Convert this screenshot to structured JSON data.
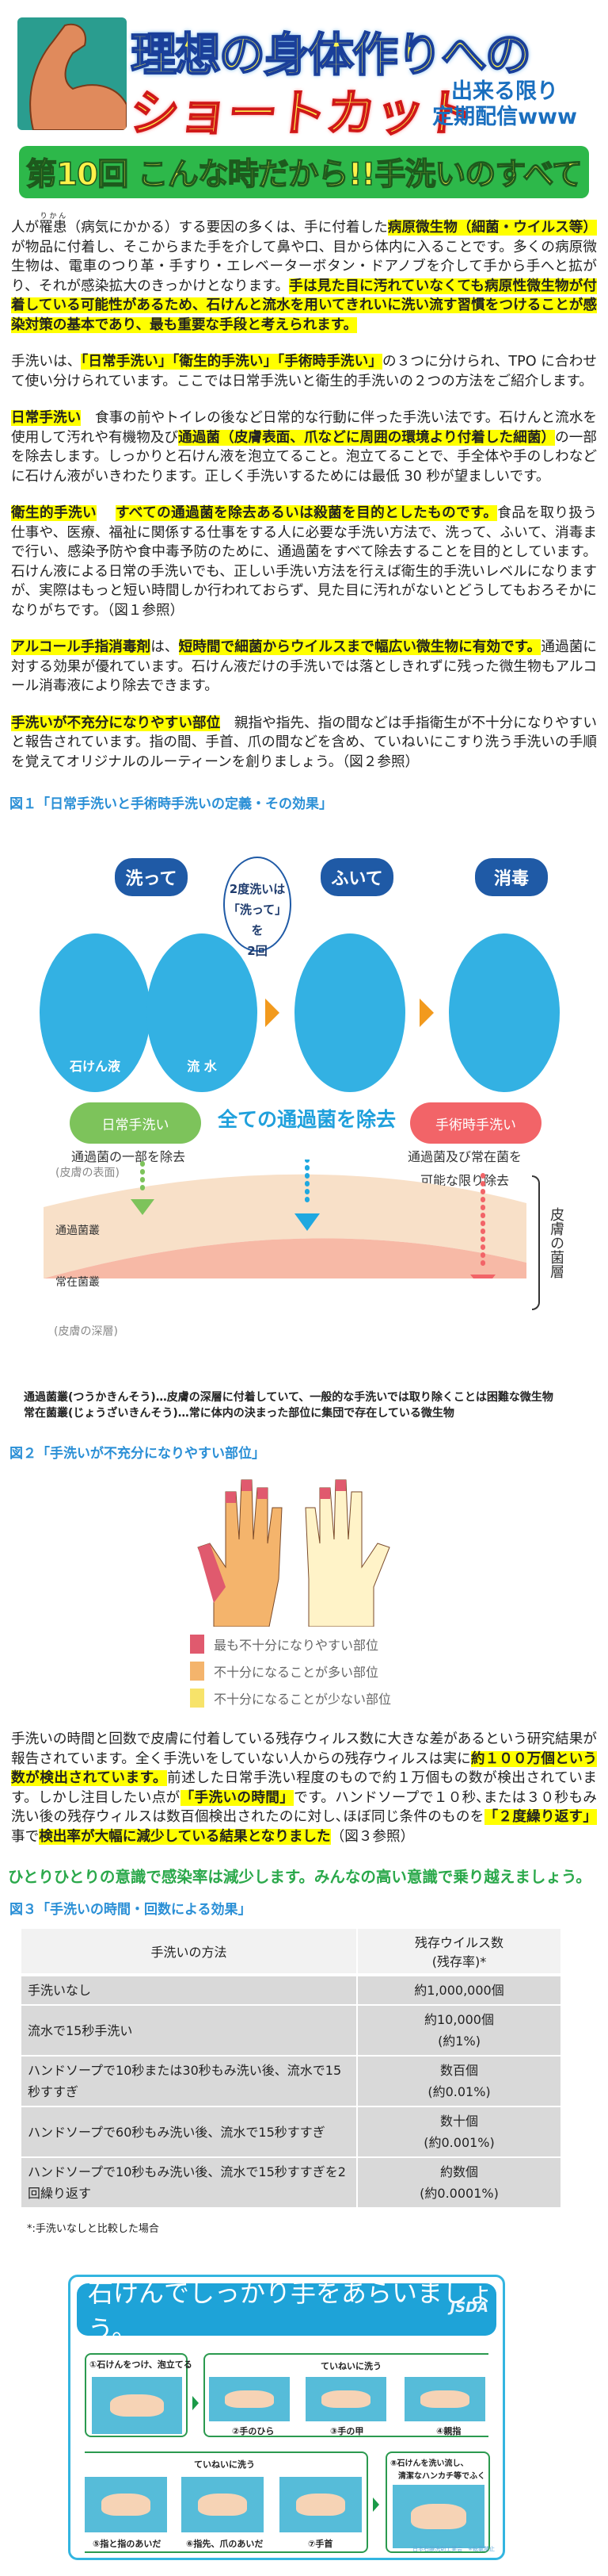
{
  "header": {
    "title_line1": "理想の身体作りへの",
    "title_line2": "ショートカット",
    "subtitle_line1": "出来る限り",
    "subtitle_line2": "定期配信www"
  },
  "banner": {
    "title": "第10回 こんな時だから!!手洗いのすべて"
  },
  "paragraphs": [
    [
      {
        "t": "人が"
      },
      {
        "t": "罹患",
        "ruby": "りかん"
      },
      {
        "t": "（病気にかかる）する要因の多くは、手に付着した"
      },
      {
        "t": "病原微生物（細菌・ウイルス等）",
        "hl": true
      },
      {
        "t": "が物品に付着し、そこからまた手を介して鼻や口、目から体内に入ることです。多くの病原微生物は、電車のつり革・手すり・エレベーターボタン・ドアノブを介して手から手へと拡がり、それが感染拡大のきっかけとなります。"
      },
      {
        "t": "手は見た目に汚れていなくても病原性微生物が付着している可能性があるため、石けんと流水を用いてきれいに洗い流す習慣をつけることが感染対策の基本であり、最も重要な手段と考えられます。",
        "hl": true
      }
    ],
    [
      {
        "t": "手洗いは、"
      },
      {
        "t": "「日常手洗い」「衛生的手洗い」「手術時手洗い」",
        "hl": true
      },
      {
        "t": "の３つに分けられ、TPO に合わせて使い分けられています。ここでは日常手洗いと衛生的手洗いの２つの方法をご紹介します。"
      }
    ],
    [
      {
        "t": "日常手洗い",
        "hl": true
      },
      {
        "t": "　食事の前やトイレの後など日常的な行動に伴った手洗い法です。石けんと流水を使用して汚れや有機物及び"
      },
      {
        "t": "通過菌（皮膚表面、爪などに周囲の環境より付着した細菌）",
        "hl": true
      },
      {
        "t": "の一部を除去します。しっかりと石けん液を泡立てること。泡立てることで、手全体や手のしわなどに石けん液がいきわたります。正しく手洗いするためには最低 30 秒が望ましいです。"
      }
    ],
    [
      {
        "t": "衛生的手洗い",
        "hl": true
      },
      {
        "t": "　 "
      },
      {
        "t": "すべての通過菌を除去あるいは殺菌を目的としたものです。",
        "hl": true
      },
      {
        "t": "食品を取り扱う仕事や、医療、福祉に関係する仕事をする人に必要な手洗い方法で、洗って、ふいて、消毒まで行い、感染予防や食中毒予防のために、通過菌をすべて除去することを目的としています。石けん液による日常の手洗いでも、正しい手洗い方法を行えば衛生的手洗いレベルになりますが、実際はもっと短い時間しか行われておらず、見た目に汚れがないとどうしてもおろそかになりがちです。（図１参照）"
      }
    ],
    [
      {
        "t": "アルコール手指消毒剤",
        "hl": true
      },
      {
        "t": "は、"
      },
      {
        "t": "短時間で細菌からウイルスまで幅広い微生物に有効です。",
        "hl": true
      },
      {
        "t": "通過菌に対する効果が優れています。石けん液だけの手洗いでは落としきれずに残った微生物もアルコール消毒液により除去できます。"
      }
    ],
    [
      {
        "t": "手洗いが不充分になりやすい部位",
        "hl": true
      },
      {
        "t": "　親指や指先、指の間などは手指衛生が不十分になりやすいと報告されています。指の間、手首、爪の間などを含め、ていねいにこすり洗う手洗いの手順を覚えてオリジナルのルーティーンを創りましょう。（図２参照）"
      }
    ]
  ],
  "fig1": {
    "title": "図１「日常手洗いと手術時手洗いの定義・その効果」",
    "step_wash": "洗って",
    "step_wipe": "ふいて",
    "step_disinfect": "消毒",
    "soap_label": "石けん液",
    "water_label": "流 水",
    "bubble": [
      "2度洗いは",
      "「洗って」を",
      "2回"
    ],
    "daily_label": "日常手洗い",
    "all_label": "全ての通過菌を除去",
    "surgical_label": "手術時手洗い",
    "daily_effect": "通過菌の一部を除去",
    "surgical_effect": [
      "通過菌及び常在菌を",
      "可能な限り除去"
    ],
    "skin_surface": "(皮膚の表面)",
    "transient_layer": "通過菌叢",
    "resident_layer": "常在菌叢",
    "skin_deep": "(皮膚の深層)",
    "flora_label": "皮膚の菌層",
    "notes": [
      "通過菌叢(つうかきんそう)…皮膚の深層に付着していて、一般的な手洗いでは取り除くことは困難な微生物",
      "常在菌叢(じょうざいきんそう)…常に体内の決まった部位に集団で存在している微生物"
    ]
  },
  "fig2": {
    "title": "図２「手洗いが不充分になりやすい部位」",
    "legend": [
      {
        "label": "最も不十分になりやすい部位",
        "color": "#e05a6e"
      },
      {
        "label": "不十分になることが多い部位",
        "color": "#f4b46c"
      },
      {
        "label": "不十分になることが少ない部位",
        "color": "#f7e36a"
      }
    ]
  },
  "paragraph_result": [
    {
      "t": "手洗いの時間と回数で皮膚に付着している残存ウィルス数に大きな差があるという研究結果が報告されています。全く手洗いをしていない人からの残存ウィルスは実に"
    },
    {
      "t": "約１００万個という数が検出されています。",
      "hl": true
    },
    {
      "t": "前述した日常手洗い程度のもので約１万個もの数が検出されています。しかし注目したい点が"
    },
    {
      "t": "「手洗いの時間」",
      "hl": true
    },
    {
      "t": "です。ハンドソープで１０秒､または３０秒もみ洗い後の残存ウィルスは数百個検出されたのに対し､ほぼ同じ条件のものを"
    },
    {
      "t": "「２度繰り返す」",
      "hl": true
    },
    {
      "t": "事で"
    },
    {
      "t": "検出率が大幅に減少している結果となりました",
      "hl": true
    },
    {
      "t": "（図３参照）"
    }
  ],
  "slogan": "ひとりひとりの意識で感染率は減少します。みんなの高い意識で乗り越えましょう。",
  "fig3": {
    "title": "図３「手洗いの時間・回数による効果」",
    "col_method": "手洗いの方法",
    "col_virus": [
      "残存ウイルス数",
      "(残存率)*"
    ],
    "rows": [
      {
        "method": "手洗いなし",
        "count": "約1,000,000個",
        "rate": ""
      },
      {
        "method": "流水で15秒手洗い",
        "count": "約10,000個",
        "rate": "(約1%)"
      },
      {
        "method": "ハンドソープで10秒または30秒もみ洗い後、流水で15秒すすぎ",
        "count": "数百個",
        "rate": "(約0.01%)"
      },
      {
        "method": "ハンドソープで60秒もみ洗い後、流水で15秒すすぎ",
        "count": "数十個",
        "rate": "(約0.001%)"
      },
      {
        "method": "ハンドソープで10秒もみ洗い後、流水で15秒すすぎを2回繰り返す",
        "count": "約数個",
        "rate": "(約0.0001%)"
      }
    ],
    "footnote": "*:手洗いなしと比較した場合"
  },
  "poster": {
    "title": "石けんでしっかり手をあらいましょう。",
    "logo": "JSDA",
    "step1": "①石けんをつけ、泡立てる",
    "group_label": "ていねいに洗う",
    "step2": "②手のひら",
    "step3": "③手の甲",
    "step4": "④親指",
    "step5": "⑤指と指のあいだ",
    "step6": "⑥指先、爪のあいだ",
    "step7": "⑦手首",
    "step8": [
      "⑧石けんを洗い流し、",
      "清潔なハンカチ等でふく"
    ],
    "credit": "日本石鹸洗剤工業会　※転載禁止"
  }
}
